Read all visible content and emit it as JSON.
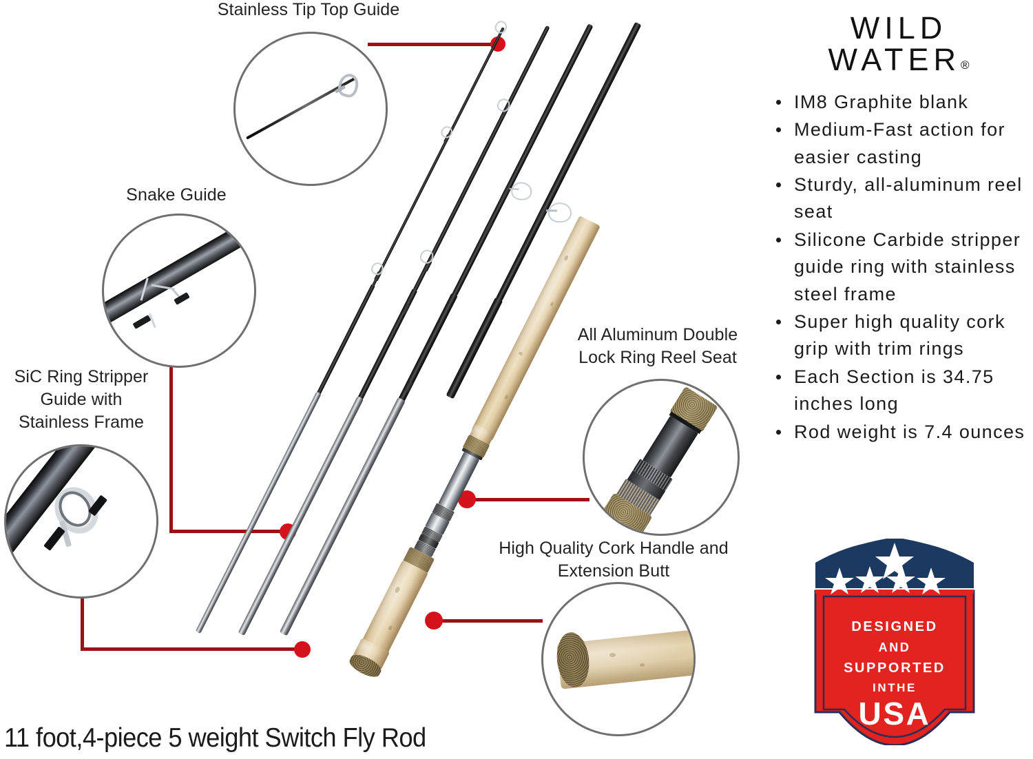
{
  "brand": {
    "line1": "WILD",
    "line2": "WATER",
    "registered": "®"
  },
  "features": [
    "IM8 Graphite blank",
    "Medium-Fast action for easier casting",
    "Sturdy, all-aluminum reel seat",
    "Silicone Carbide stripper guide ring with stainless steel frame",
    "Super high quality cork grip with trim rings",
    "Each Section is 34.75 inches long",
    "Rod weight is 7.4 ounces"
  ],
  "callouts": {
    "tip_top": "Stainless Tip Top Guide",
    "snake_guide": "Snake Guide",
    "sic_stripper": "SiC Ring Stripper\nGuide with\nStainless Frame",
    "reel_seat": "All Aluminum Double\nLock Ring Reel Seat",
    "cork_handle": "High Quality Cork Handle and\nExtension Butt"
  },
  "badge": {
    "line1": "DESIGNED",
    "line2": "AND",
    "line3": "SUPPORTED",
    "line4": "INTHE",
    "line5": "USA",
    "navy": "#1c3a61",
    "red": "#e3231f",
    "outline": "#2b2f55"
  },
  "caption": "11 foot,4-piece 5 weight Switch Fly Rod",
  "colors": {
    "lead_line": "#9d1017",
    "dot": "#d5121c",
    "bubble_border": "#6f6f6f",
    "text": "#1b1b1b"
  }
}
